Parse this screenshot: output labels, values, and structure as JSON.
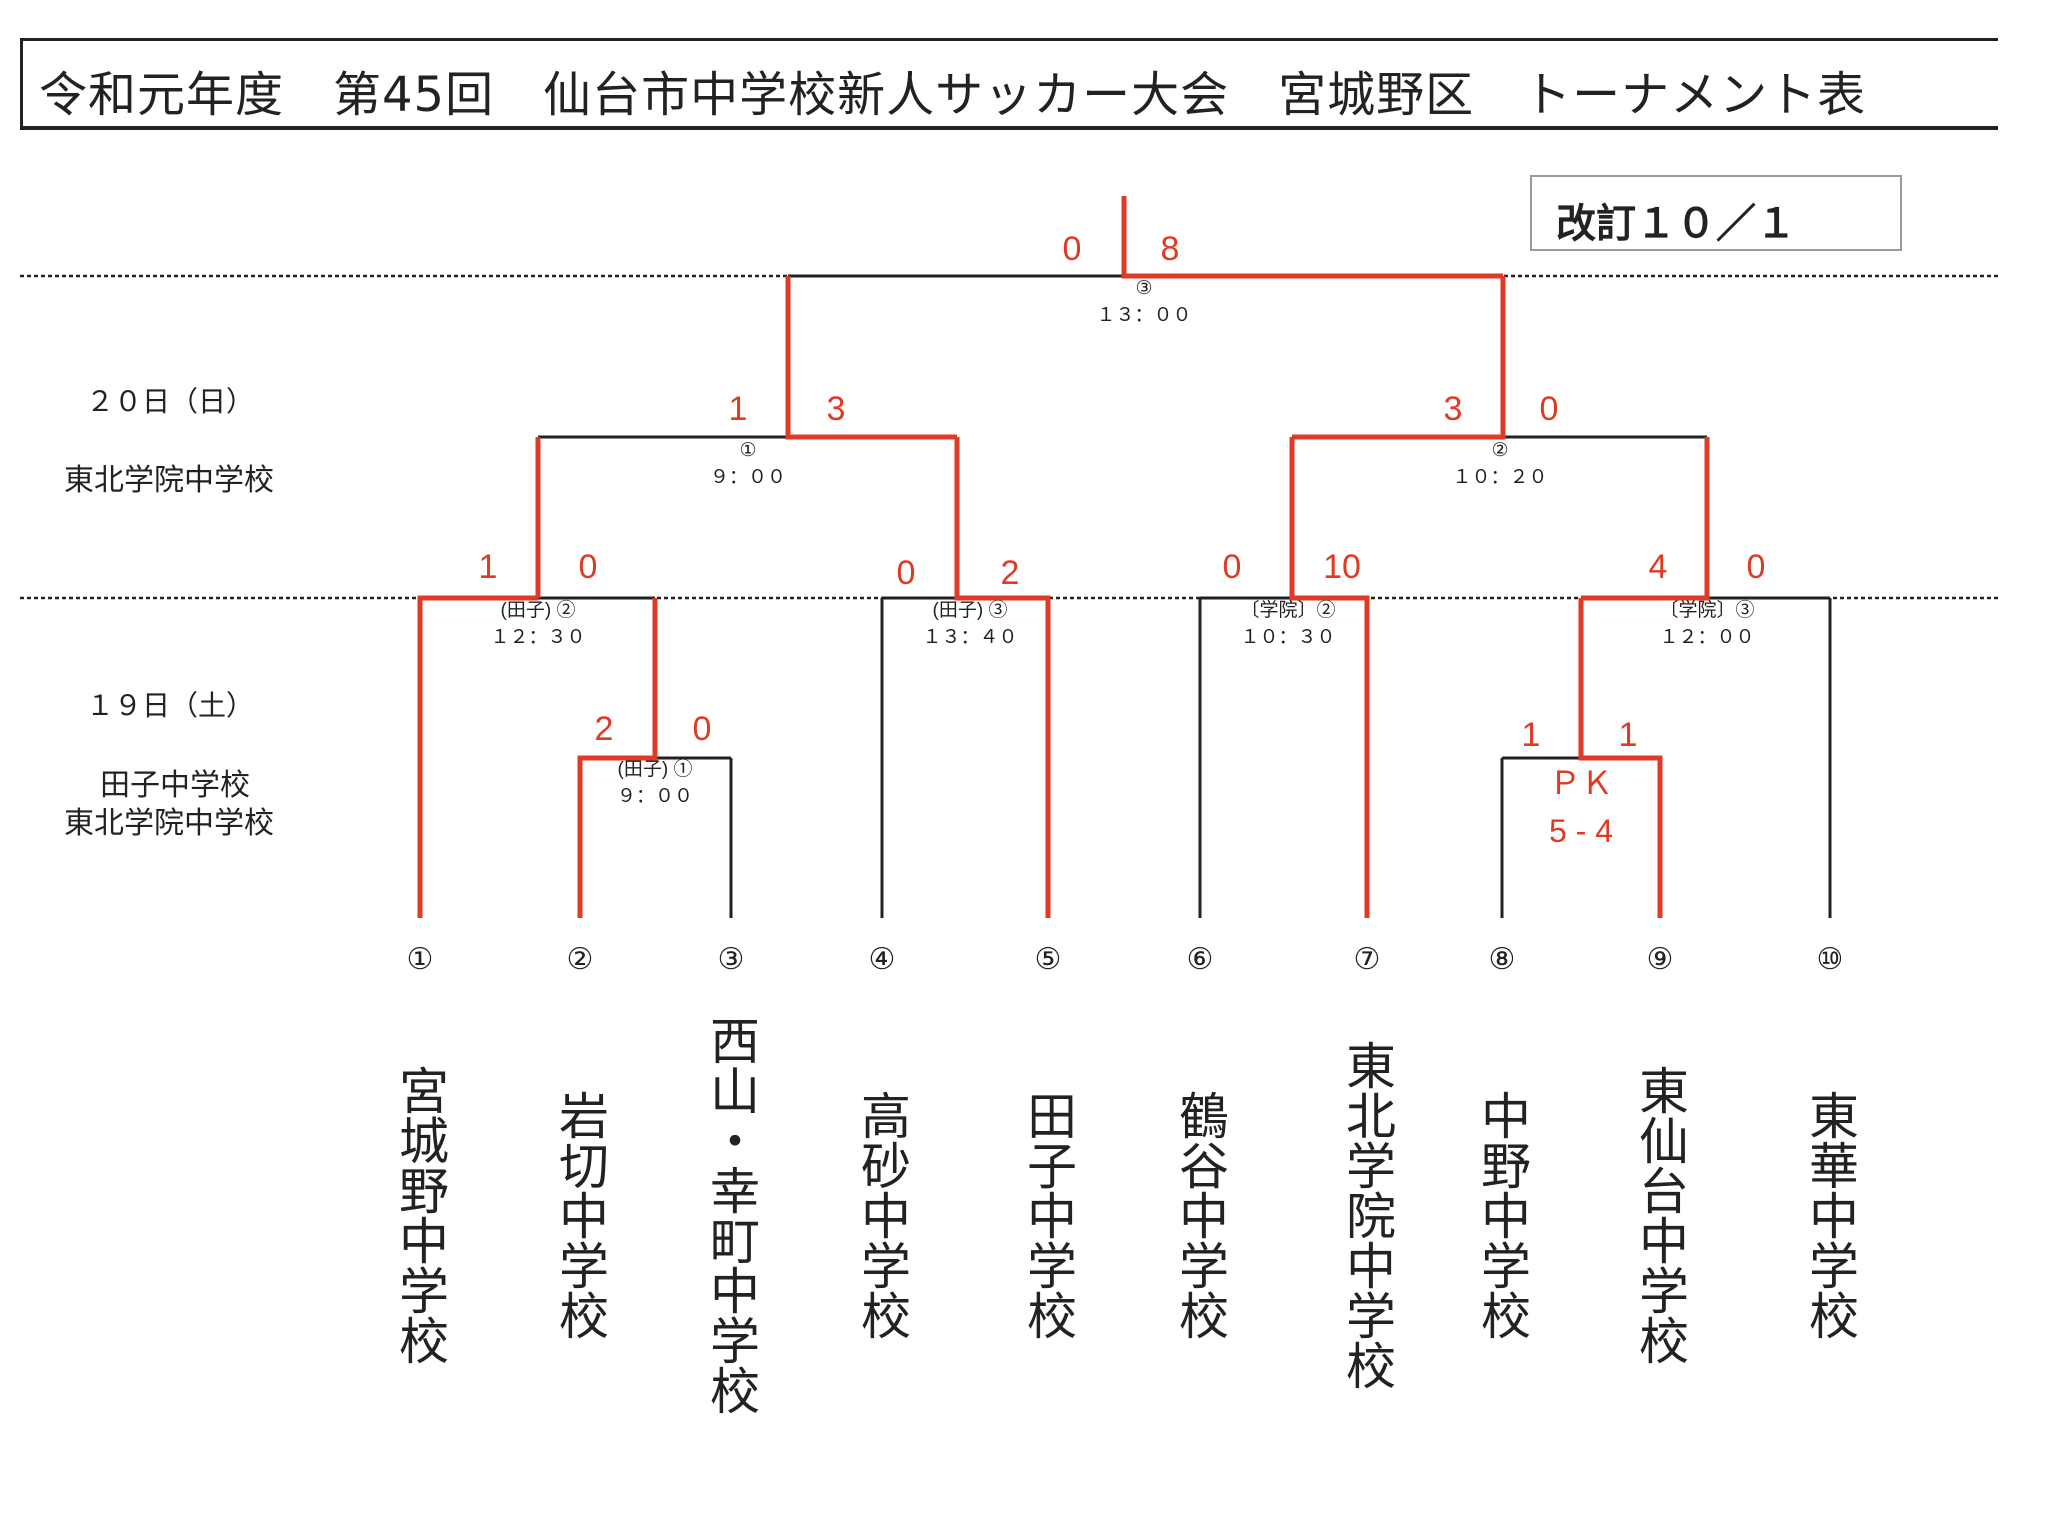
{
  "title": "令和元年度　第45回　仙台市中学校新人サッカー大会　宮城野区　トーナメント表",
  "revision": "改訂１０／１",
  "days": {
    "day2_label": "２０日（日）",
    "day2_venue": "東北学院中学校",
    "day1_label": "１９日（土）",
    "day1_venue_1": "田子中学校",
    "day1_venue_2": "東北学院中学校"
  },
  "colors": {
    "winner": "#e03a24",
    "line": "#222222"
  },
  "teams": [
    {
      "num": "①",
      "name": "宮城野中学校"
    },
    {
      "num": "②",
      "name": "岩切中学校"
    },
    {
      "num": "③",
      "name": "西山・幸町中学校"
    },
    {
      "num": "④",
      "name": "高砂中学校"
    },
    {
      "num": "⑤",
      "name": "田子中学校"
    },
    {
      "num": "⑥",
      "name": "鶴谷中学校"
    },
    {
      "num": "⑦",
      "name": "東北学院中学校"
    },
    {
      "num": "⑧",
      "name": "中野中学校"
    },
    {
      "num": "⑨",
      "name": "東仙台中学校"
    },
    {
      "num": "⑩",
      "name": "東華中学校"
    }
  ],
  "matches": [
    {
      "id": "m1",
      "label": "(田子) ①",
      "time": "９：００",
      "left_score": "2",
      "right_score": "0"
    },
    {
      "id": "m2",
      "label": "(田子) ②",
      "time": "１２：３０",
      "left_score": "1",
      "right_score": "0"
    },
    {
      "id": "m3",
      "label": "(田子) ③",
      "time": "１３：４０",
      "left_score": "0",
      "right_score": "2"
    },
    {
      "id": "m4",
      "label": "〔学院〕②",
      "time": "１０：３０",
      "left_score": "0",
      "right_score": "10"
    },
    {
      "id": "m5",
      "label": "",
      "time": "",
      "left_score": "1",
      "right_score": "1",
      "pk_label": "ＰＫ",
      "pk_score": "5 - 4"
    },
    {
      "id": "m6",
      "label": "〔学院〕③",
      "time": "１２：００",
      "left_score": "4",
      "right_score": "0"
    },
    {
      "id": "m7",
      "label": "①",
      "time": "９：００",
      "left_score": "1",
      "right_score": "3"
    },
    {
      "id": "m8",
      "label": "②",
      "time": "１０：２０",
      "left_score": "3",
      "right_score": "0"
    },
    {
      "id": "m9",
      "label": "③",
      "time": "１３：００",
      "left_score": "0",
      "right_score": "8"
    }
  ]
}
